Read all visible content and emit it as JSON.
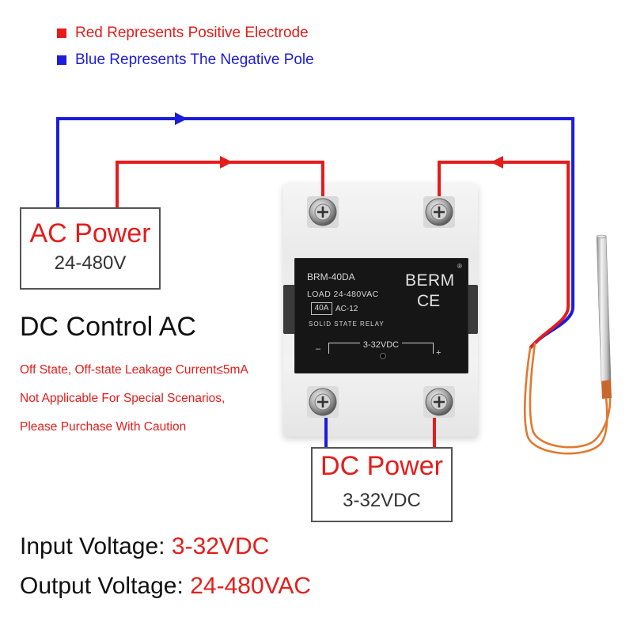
{
  "colors": {
    "positive": "#e41d1b",
    "negative": "#1c1cdb",
    "heater_lead": "#e2782f",
    "box_border": "#555555",
    "relay_panel": "#161616",
    "relay_text": "#d6d6d6"
  },
  "icons": {
    "legend_marker": "square-icon",
    "flow_arrow": "triangle-arrow-icon",
    "terminal": "phillips-screw-icon",
    "load": "heating-element-icon"
  },
  "legend": {
    "positive_label": "Red Represents Positive Electrode",
    "negative_label": "Blue Represents The Negative Pole"
  },
  "ac_power": {
    "title": "AC Power",
    "voltage": "24-480V"
  },
  "control": {
    "heading": "DC Control AC",
    "notes": [
      "Off State, Off-state Leakage Current≤5mA",
      "Not Applicable For Special Scenarios,",
      "Please Purchase With Caution"
    ]
  },
  "relay": {
    "model": "BRM-40DA",
    "load": "LOAD 24-480VAC",
    "current": "40A",
    "category": "AC-12",
    "type": "SOLID STATE RELAY",
    "input_range": "3-32VDC",
    "minus": "–",
    "plus": "+",
    "brand": "BERM",
    "brand_mark": "®",
    "cert": "CE"
  },
  "dc_power": {
    "title": "DC Power",
    "voltage": "3-32VDC"
  },
  "specs": {
    "input_label": "Input Voltage:",
    "input_value": "3-32VDC",
    "output_label": "Output Voltage:",
    "output_value": "24-480VAC"
  }
}
